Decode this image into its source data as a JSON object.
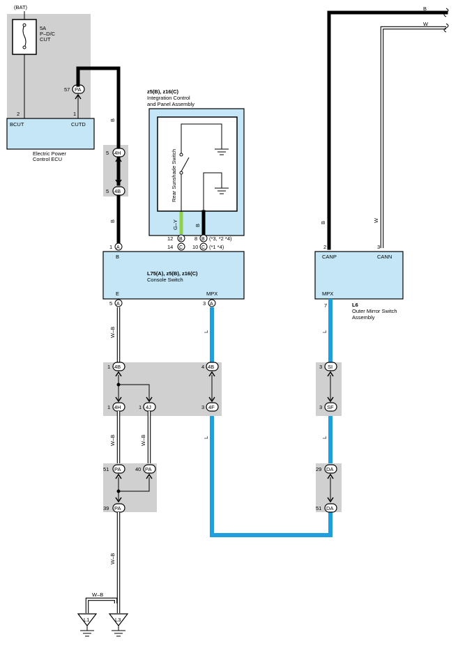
{
  "battery_label": "(BAT)",
  "fuse": {
    "rating": "5A",
    "name_line1": "P–D/C",
    "name_line2": "CUT"
  },
  "ecu_power": {
    "name_line1": "Electric Power",
    "name_line2": "Control ECU",
    "pin_bcut": "BCUT",
    "pin_cutd": "CUTD",
    "pin_bcut_no": "2",
    "pin_cutd_no": "1"
  },
  "integration": {
    "code": "z5(B), z16(C)",
    "name_line1": "Integration Control",
    "name_line2": "and Panel Assembly",
    "switch_label": "Rear Sunshade Switch",
    "wire_left": "G–Y",
    "wire_right": "B",
    "row1_left_pin": "12",
    "row1_left_conn": "B",
    "row1_right_pin": "8",
    "row1_right_conn": "B",
    "row1_note": "(*3, *2 *4)",
    "row2_left_pin": "14",
    "row2_left_conn": "C",
    "row2_right_pin": "10",
    "row2_right_conn": "C",
    "row2_note": "(*1 *4)"
  },
  "console_switch": {
    "code": "L75(A), z5(B), z16(C)",
    "name": "Console Switch",
    "pin_b": "B",
    "pin_e": "E",
    "pin_mpx": "MPX",
    "b_pin_no": "1",
    "b_conn": "A",
    "e_pin_no": "5",
    "e_conn": "A",
    "mpx_pin_no": "3",
    "mpx_conn": "A"
  },
  "mirror_switch": {
    "code": "L6",
    "name_line1": "Outer Mirror Switch",
    "name_line2": "Assembly",
    "pin_canp": "CANP",
    "pin_cann": "CANN",
    "pin_mpx": "MPX",
    "canp_no": "2",
    "cann_no": "3",
    "mpx_no": "7"
  },
  "wire_colors": {
    "b": "B",
    "w": "W",
    "l": "L",
    "wb": "W–B"
  },
  "connectors": {
    "pa57": {
      "pin": "57",
      "conn": "PA"
    },
    "h4a": {
      "pin": "5",
      "conn": "4H"
    },
    "b4a": {
      "pin": "5",
      "conn": "4B"
    },
    "b4_l": {
      "pin": "1",
      "conn": "4B"
    },
    "b4_r": {
      "pin": "4",
      "conn": "4B"
    },
    "h4_l": {
      "pin": "1",
      "conn": "4H"
    },
    "j4": {
      "pin": "1",
      "conn": "4J"
    },
    "f4": {
      "pin": "3",
      "conn": "4F"
    },
    "si": {
      "pin": "3",
      "conn": "SI"
    },
    "sf": {
      "pin": "3",
      "conn": "SF"
    },
    "pa51": {
      "pin": "51",
      "conn": "PA"
    },
    "pa40": {
      "pin": "40",
      "conn": "PA"
    },
    "pa39": {
      "pin": "39",
      "conn": "PA"
    },
    "da29": {
      "pin": "29",
      "conn": "DA"
    },
    "da51": {
      "pin": "51",
      "conn": "DA"
    }
  },
  "grounds": {
    "g1": "L1",
    "g2": "L3"
  },
  "colors": {
    "component_fill": "#c5e6f6",
    "splice_fill": "#d0d0d0",
    "wire_l": "#1ea0e0",
    "wire_gy": "#8ed14a"
  }
}
